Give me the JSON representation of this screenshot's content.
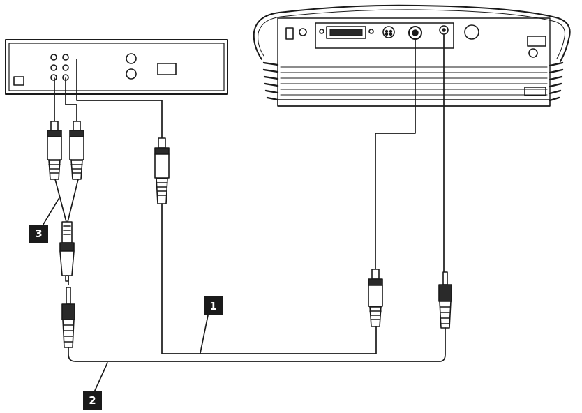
{
  "callouts": [
    {
      "label": "1"
    },
    {
      "label": "2"
    },
    {
      "label": "3"
    }
  ],
  "colors": {
    "line": "#1a1a1a",
    "fill": "#ffffff",
    "shade": "#2a2a2a",
    "badge": "#1a1a1a"
  }
}
